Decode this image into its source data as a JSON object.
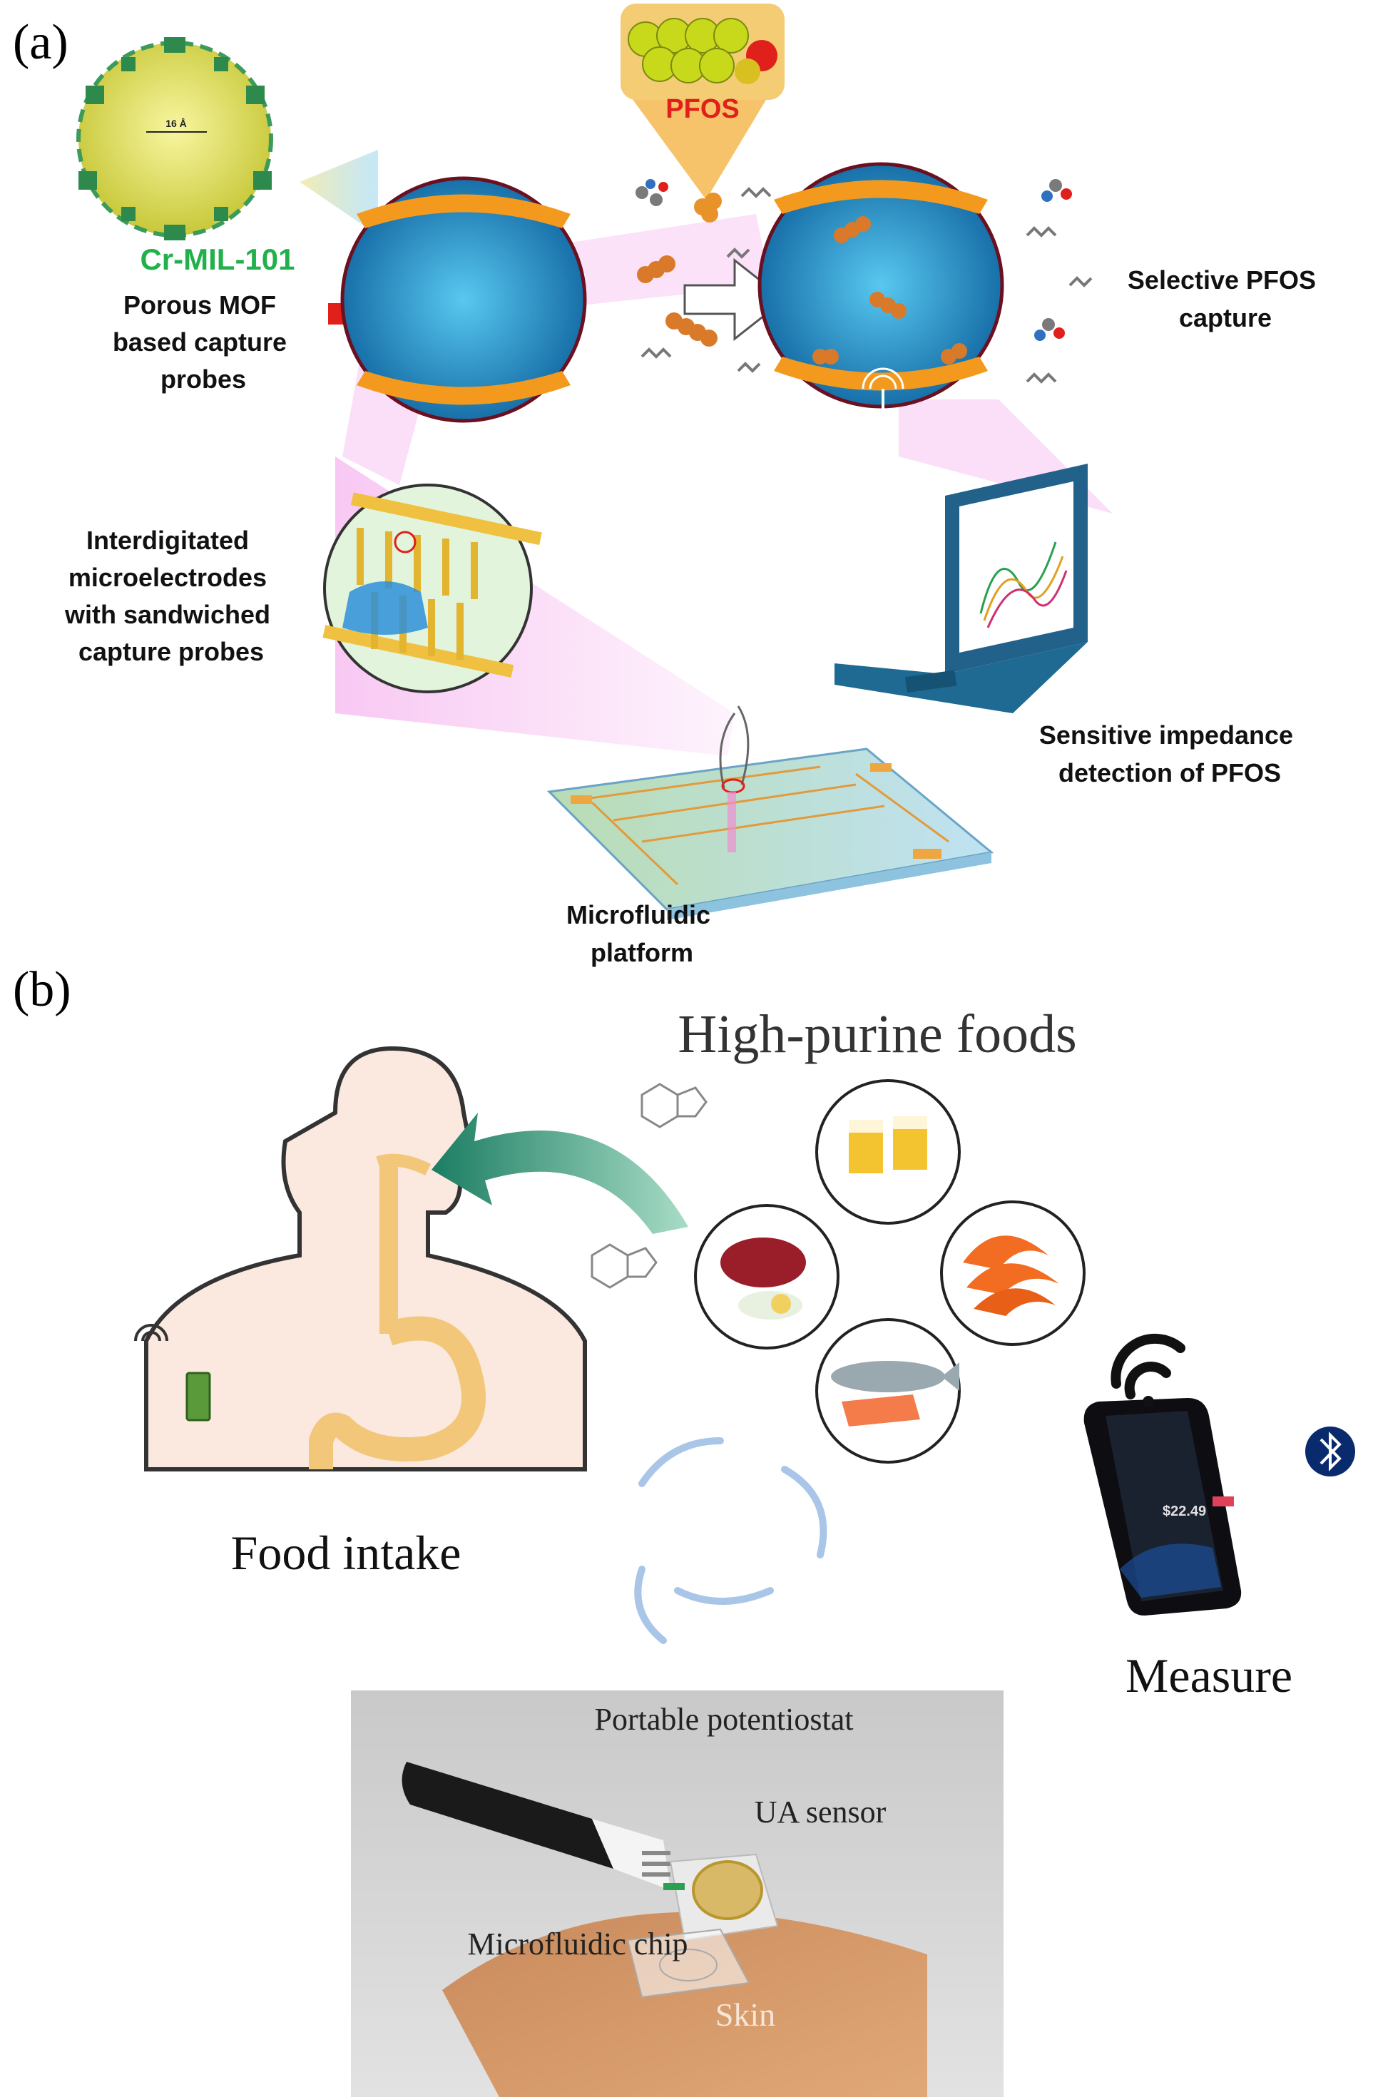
{
  "panel_a": {
    "label": "(a)",
    "mof_name": "Cr-MIL-101",
    "pore_size": "16 Å",
    "pfos_tag": "PFOS",
    "captions": {
      "mof_probe": [
        "Porous MOF",
        "based capture",
        "probes"
      ],
      "electrodes": [
        "Interdigitated",
        "microelectrodes",
        "with sandwiched",
        "capture probes"
      ],
      "selective": [
        "Selective PFOS",
        "capture"
      ],
      "impedance": [
        "Sensitive impedance",
        "detection of PFOS"
      ],
      "microfluidic": [
        "Microfluidic",
        "platform"
      ]
    },
    "colors": {
      "accent_green": "#22b04b",
      "pfos_red": "#e0201b",
      "probe_blue": "#1e8fc8",
      "pink_glow": "#f4a9ec"
    }
  },
  "panel_b": {
    "label": "(b)",
    "title": "High-purine foods",
    "food_intake": "Food intake",
    "measure": "Measure",
    "device": {
      "potentiostat": "Portable potentiostat",
      "sensor": "UA sensor",
      "chip": "Microfluidic chip",
      "skin": "Skin"
    },
    "phone_value": "$22.49",
    "colors": {
      "body_fill": "#fbe9e0",
      "gut": "#f2c77a",
      "arrow_green": "#1f8a6e",
      "patch": "#5a9a3a"
    }
  }
}
